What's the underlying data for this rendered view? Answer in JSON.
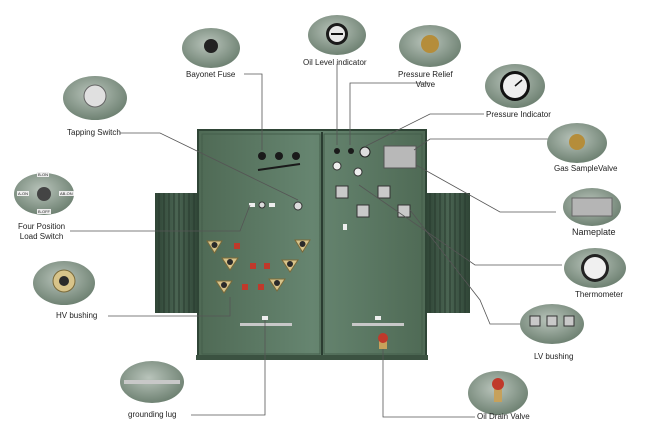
{
  "labels": {
    "bayonet_fuse": "Bayonet Fuse",
    "oil_level_indicator": "Oil Level indicator",
    "pressure_relief_valve": "Pressure Relief\nValve",
    "pressure_indicator": "Pressure Indicator",
    "gas_sample_valve": "Gas SampleValve",
    "tapping_switch": "Tapping Switch",
    "four_position_load_switch": "Four Position\nLoad Switch",
    "nameplate": "Nameplate",
    "thermometer": "Thermometer",
    "hv_bushing": "HV bushing",
    "lv_bushing": "LV bushing",
    "grounding_lug": "grounding lug",
    "oil_drain_valve": "Oil Drain Valve"
  },
  "switch_positions": {
    "top": "B-ON",
    "left": "A-ON",
    "right": "AB-ON",
    "bottom": "B-OFF"
  },
  "colors": {
    "tank_green": "#5e7a63",
    "tank_dark": "#3f5744",
    "leader_line": "#555555",
    "thumb_bg": "#8a9a8c"
  }
}
